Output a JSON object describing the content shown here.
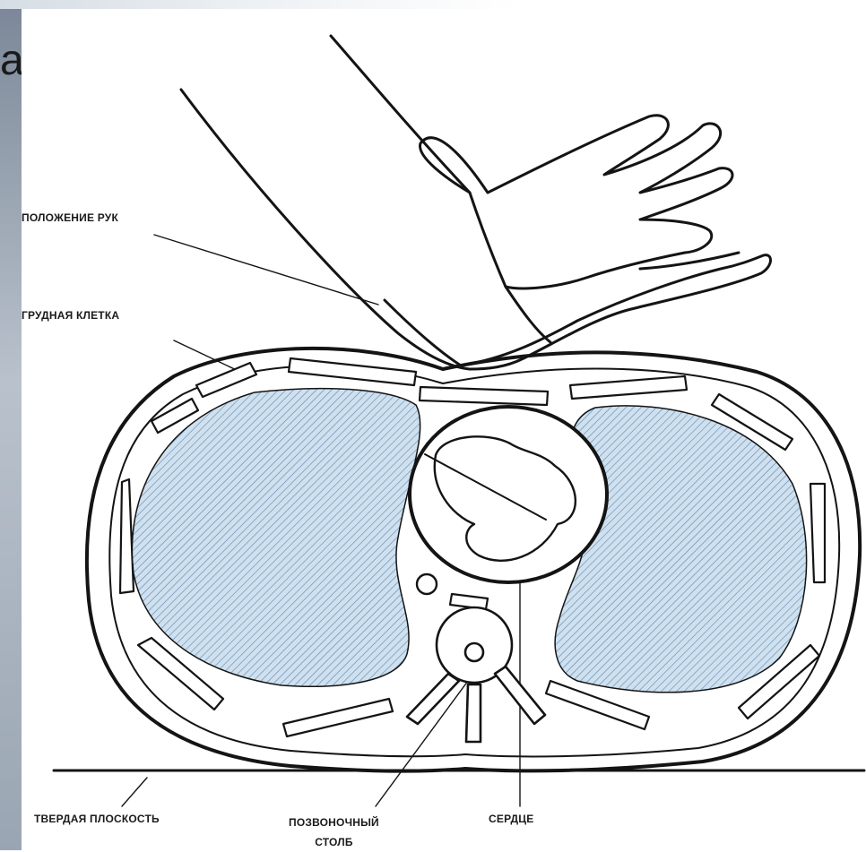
{
  "slide": {
    "letter": "a"
  },
  "labels": {
    "hands_position": "ПОЛОЖЕНИЕ РУК",
    "chest": "ГРУДНАЯ КЛЕТКА",
    "hard_surface": "ТВЕРДАЯ ПЛОСКОСТЬ",
    "spine_line1": "ПОЗВОНОЧНЫЙ",
    "spine_line2": "СТОЛБ",
    "heart": "СЕРДЦЕ"
  },
  "colors": {
    "line": "#141414",
    "lung_fill": "#cfe0ee",
    "hatch": "#5f86b0",
    "side_panel": "#8c97a6"
  }
}
